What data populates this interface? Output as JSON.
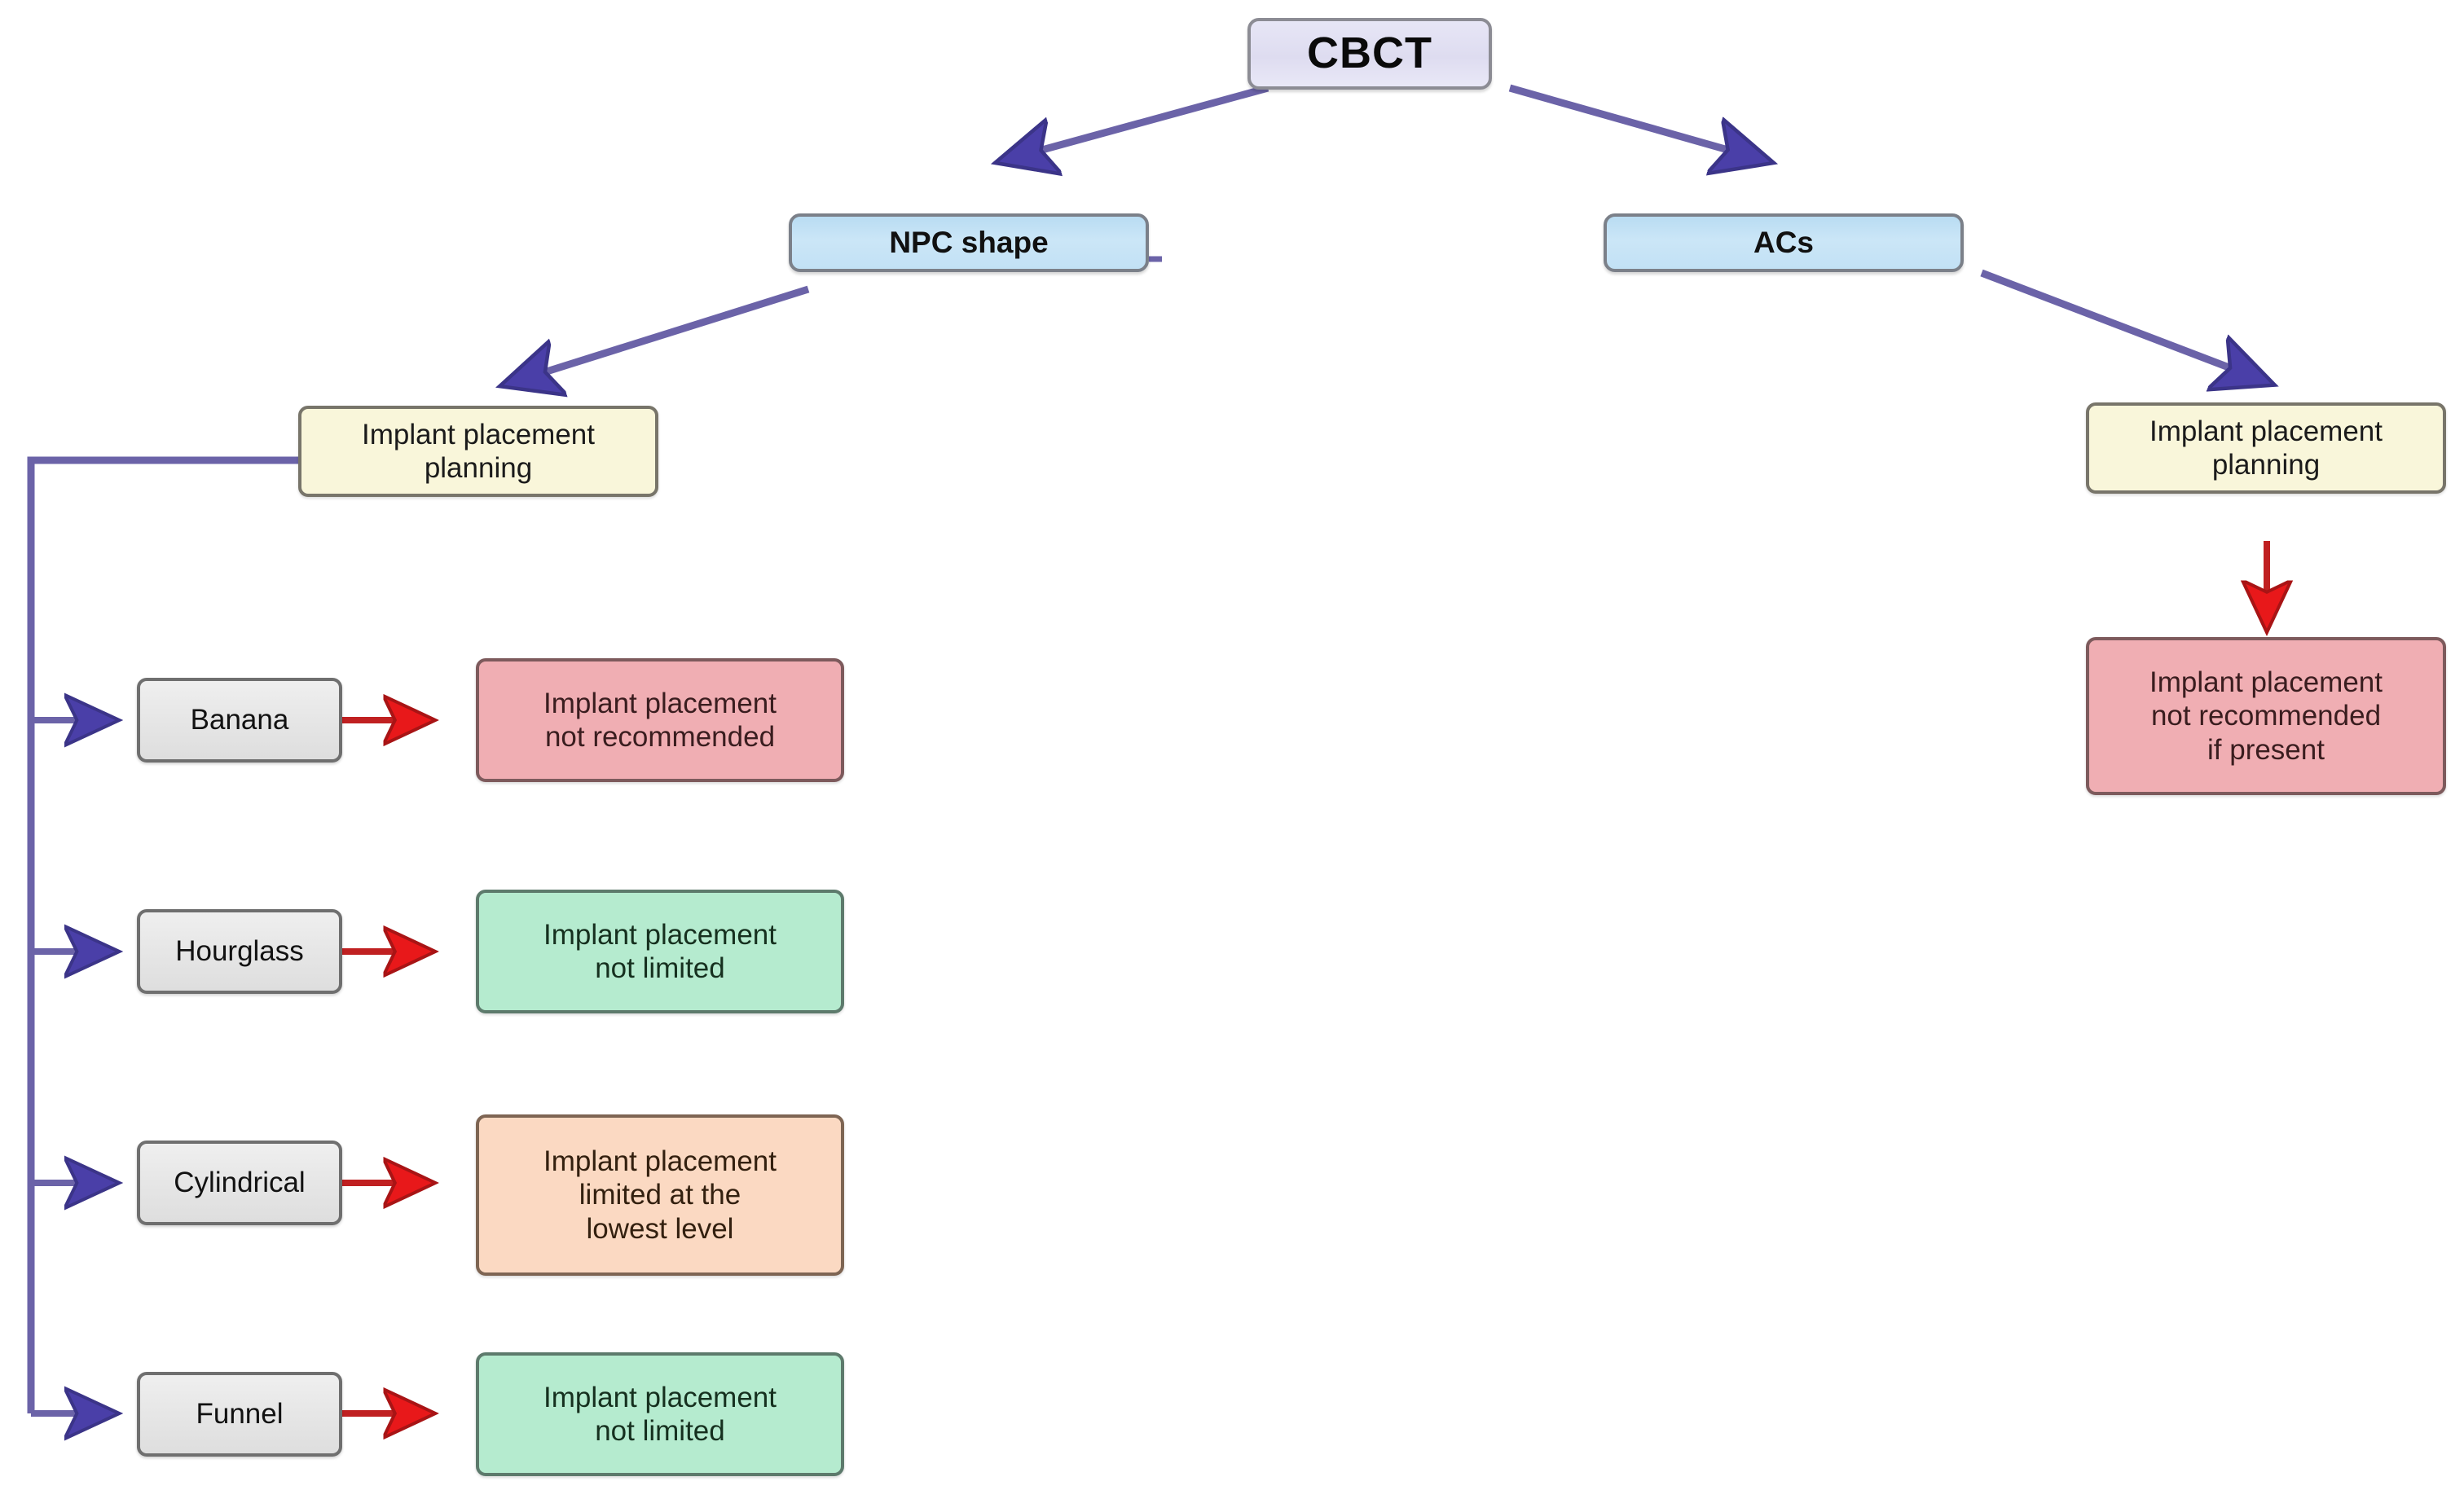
{
  "diagram": {
    "type": "flowchart",
    "title": "CBCT implant planning decision flowchart",
    "colors": {
      "root_fill": "#e0dff2",
      "category_fill": "#c5e2f5",
      "planning_fill": "#f9f6da",
      "shape_fill": "#e9e9e9",
      "not_recommended_fill": "#f0aeb3",
      "not_limited_fill": "#b5ebcf",
      "limited_fill": "#fbd9c2",
      "branch_edge": "#6b63a8",
      "outcome_edge": "#cc1f20"
    },
    "nodes": {
      "root": {
        "label": "CBCT"
      },
      "category_left": {
        "label": "NPC shape"
      },
      "category_right": {
        "label": "ACs"
      },
      "planning_left": {
        "label": "Implant placement\nplanning"
      },
      "planning_right": {
        "label": "Implant placement\nplanning"
      },
      "acs_outcome": {
        "label": "Implant placement\nnot recommended\nif present"
      }
    },
    "shape_rows": [
      {
        "shape": "Banana",
        "outcome": "Implant placement\nnot recommended",
        "outcome_style": "pink"
      },
      {
        "shape": "Hourglass",
        "outcome": "Implant placement\nnot limited",
        "outcome_style": "green"
      },
      {
        "shape": "Cylindrical",
        "outcome": "Implant placement\nlimited at the\nlowest level",
        "outcome_style": "peach"
      },
      {
        "shape": "Funnel",
        "outcome": "Implant placement\nnot limited",
        "outcome_style": "green"
      }
    ]
  }
}
